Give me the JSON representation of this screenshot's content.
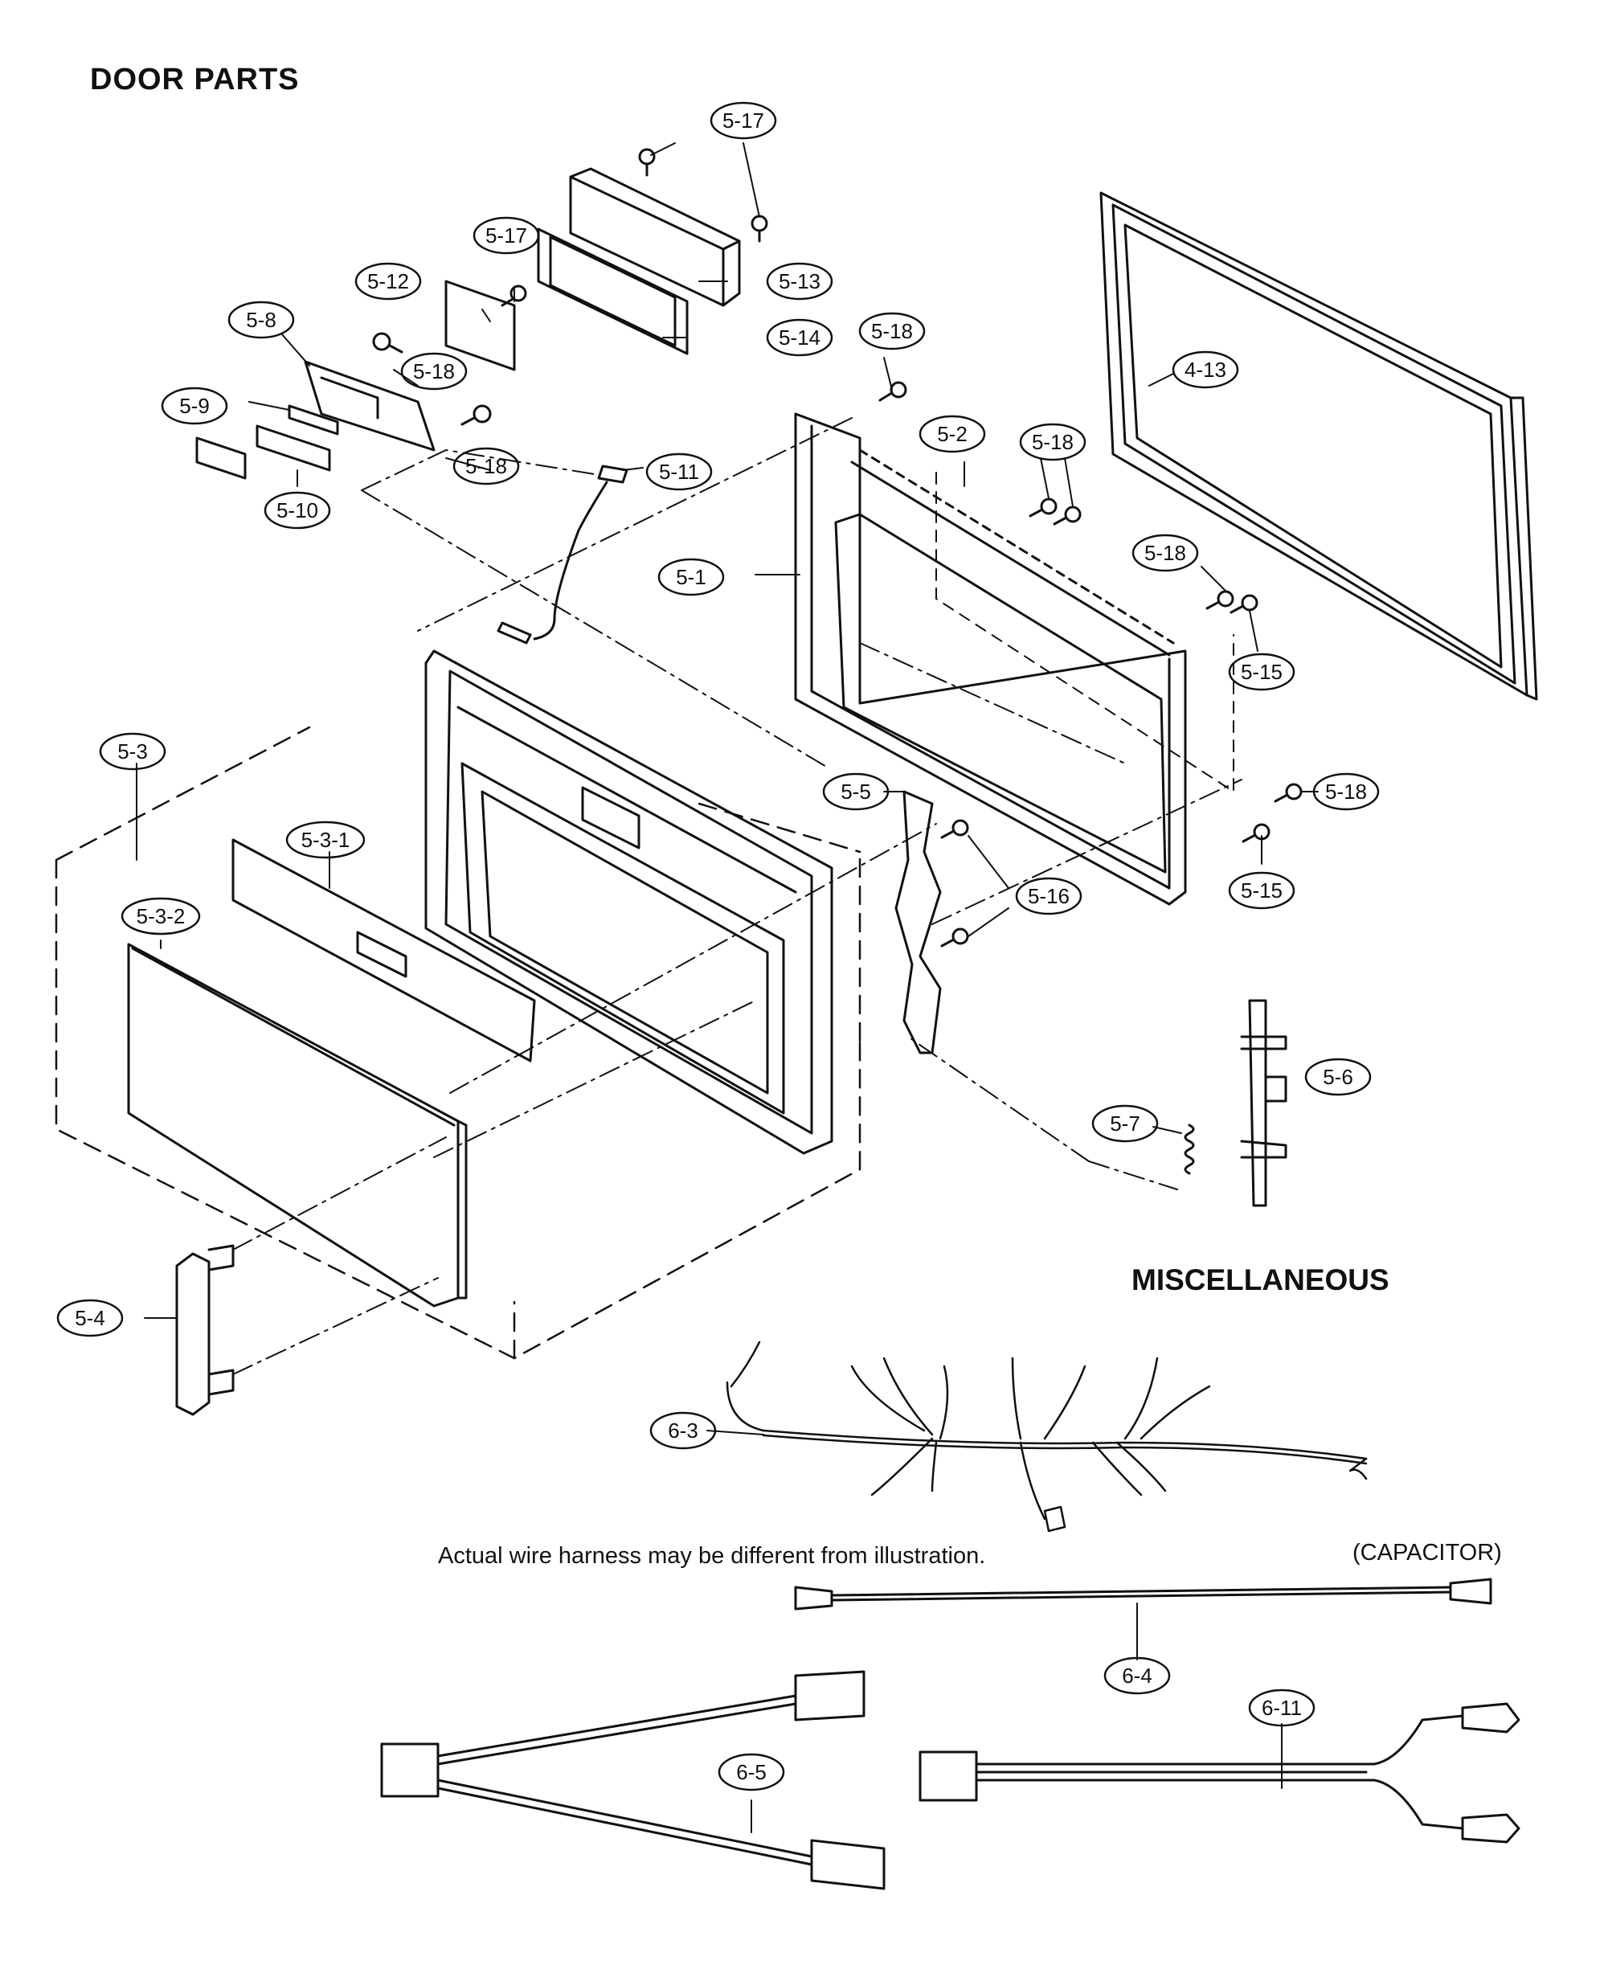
{
  "headings": {
    "door_parts": "DOOR PARTS",
    "miscellaneous": "MISCELLANEOUS"
  },
  "notes": {
    "wire_harness": "Actual wire harness may be different from illustration.",
    "capacitor": "(CAPACITOR)"
  },
  "callouts": [
    "5-17",
    "5-17",
    "5-13",
    "5-14",
    "5-12",
    "5-8",
    "5-18",
    "5-9",
    "5-18",
    "5-10",
    "5-11",
    "5-18",
    "4-13",
    "5-2",
    "5-18",
    "5-1",
    "5-18",
    "5-15",
    "5-3",
    "5-5",
    "5-18",
    "5-3-1",
    "5-3-2",
    "5-16",
    "5-15",
    "5-6",
    "5-7",
    "5-4",
    "6-3",
    "6-4",
    "6-11",
    "6-5"
  ]
}
